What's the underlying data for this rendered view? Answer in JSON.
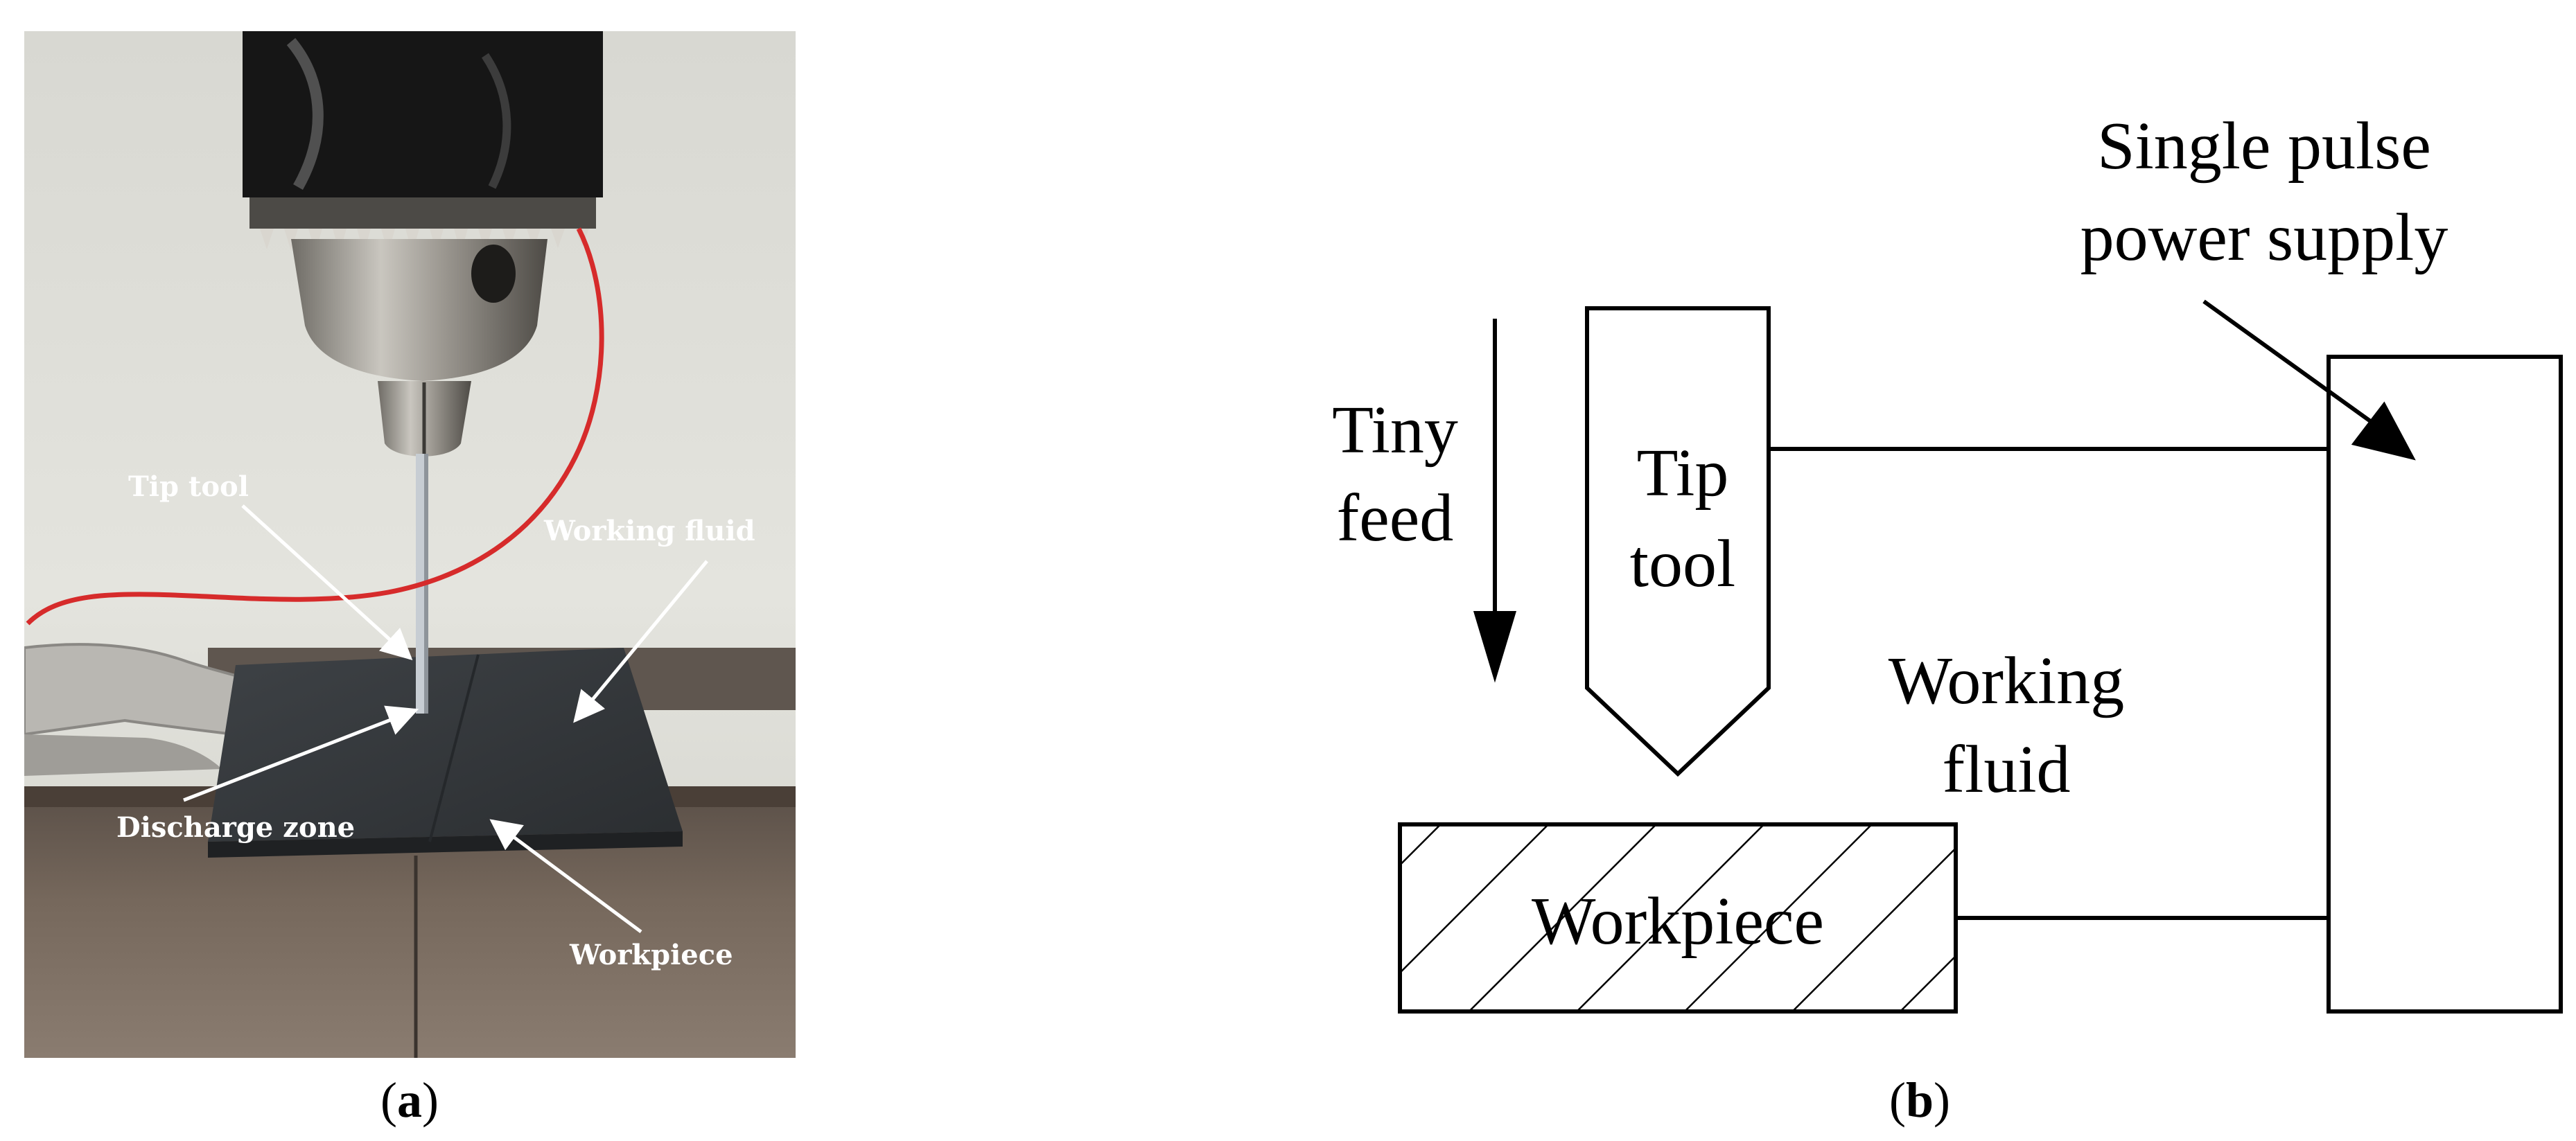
{
  "panel_a": {
    "labels": {
      "tip_tool": "Tip tool",
      "working_fluid": "Working fluid",
      "discharge_zone": "Discharge zone",
      "workpiece": "Workpiece"
    },
    "caption": {
      "open": "(",
      "letter": "a",
      "close": ")"
    }
  },
  "panel_b": {
    "feed": {
      "line1": "Tiny",
      "line2": "feed"
    },
    "tool": {
      "line1": "Tip",
      "line2": "tool"
    },
    "fluid": {
      "line1": "Working",
      "line2": "fluid"
    },
    "workpiece": "Workpiece",
    "power": {
      "line1": "Single pulse",
      "line2": "power supply"
    },
    "caption": {
      "open": "(",
      "letter": "b",
      "close": ")"
    }
  },
  "colors": {
    "wire": "#d62b2b",
    "arrow_white": "#ffffff",
    "diagram_stroke": "#000000"
  }
}
